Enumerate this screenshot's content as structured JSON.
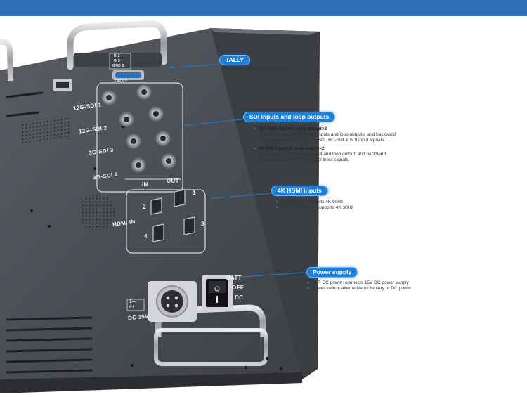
{
  "ports": {
    "tally": "TALLY",
    "tally_pins": [
      "R 2",
      "G 3",
      "GND 5"
    ],
    "sdi": [
      "12G-SDI 1",
      "12G-SDI 2",
      "3G-SDI 3",
      "3G-SDI 4"
    ],
    "sdi_in": "IN",
    "sdi_out": "OUT",
    "hdmi_in": "HDMI IN",
    "hdmi_numbers": [
      "1",
      "2",
      "3",
      "4"
    ],
    "dc_pins": [
      "1—",
      "4+"
    ],
    "dc": "DC 15V",
    "switch": [
      "BATT",
      "OFF",
      "DC"
    ]
  },
  "callouts": {
    "tally": {
      "title": "TALLY",
      "desc": "TALLY port and Tally description."
    },
    "sdi": {
      "title": "SDI inputs and loop outputs",
      "items": [
        {
          "head": "12G-SDI input×2, loop output×2",
          "line1": "It supports single-link signal inputs and loop outputs, and  backward",
          "line2": "compatible with 6G-SDI, 3G-SDI, HD-SDI & SDI input signals."
        },
        {
          "head": "3G-SDI input×2, loop output×2",
          "line1": "It supports 3G-SDI signal input and loop output; and backward",
          "line2": "compatible with HD-SDI & SDI  input signals."
        }
      ]
    },
    "hdmi": {
      "title": "4K HDMI inputs",
      "items": [
        "1: HDMI 2.0 supports 4K 60Hz",
        "2, 3, 4: HDMI 1.4 supports 4K 30Hz"
      ]
    },
    "power": {
      "title": "Power supply",
      "items": [
        "XLR DC power: connects 15V DC power supply",
        "Power switch: alternative for battery or DC power"
      ]
    }
  }
}
